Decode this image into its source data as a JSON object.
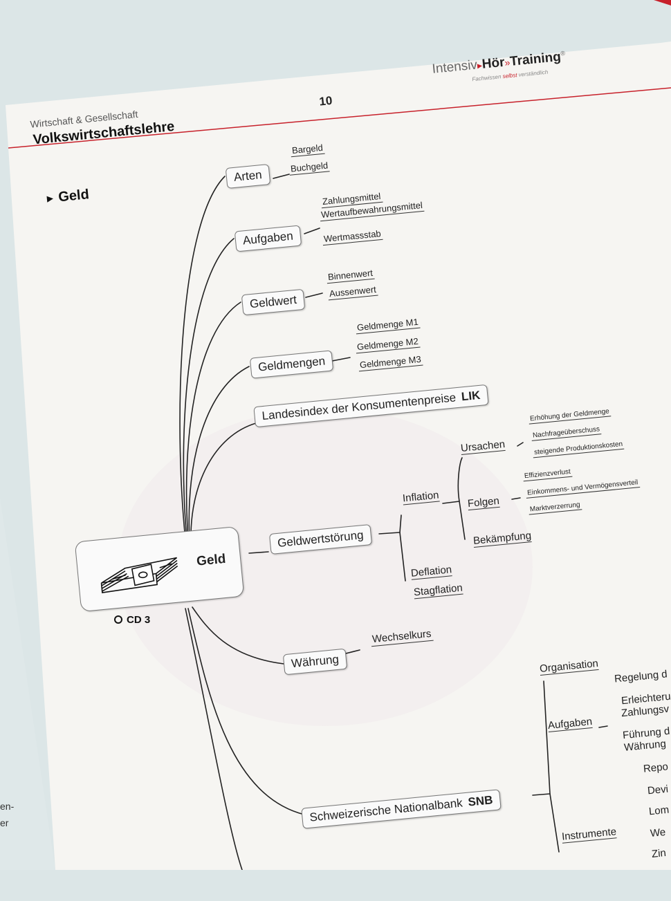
{
  "header": {
    "category": "Wirtschaft & Gesellschaft",
    "subject": "Volkswirtschaftslehre",
    "page_number": "10",
    "brand": {
      "part1": "Intensiv",
      "part2": "Hör",
      "part3": "Training",
      "reg": "®"
    },
    "brand_tagline": {
      "before": "Fachwissen",
      "handwritten": "selbst",
      "after": "verständlich"
    }
  },
  "section_title": "Geld",
  "center": {
    "label": "Geld",
    "cd": "CD 3"
  },
  "branches": {
    "arten": {
      "label": "Arten",
      "items": [
        "Bargeld",
        "Buchgeld"
      ]
    },
    "aufgaben": {
      "label": "Aufgaben",
      "items": [
        "Zahlungsmittel",
        "Wertaufbewahrungsmittel",
        "Wertmassstab"
      ]
    },
    "geldwert": {
      "label": "Geldwert",
      "items": [
        "Binnenwert",
        "Aussenwert"
      ]
    },
    "geldmengen": {
      "label": "Geldmengen",
      "items": [
        "Geldmenge M1",
        "Geldmenge M2",
        "Geldmenge M3"
      ]
    },
    "lik": {
      "label": "Landesindex der Konsumentenpreise",
      "abbr": "LIK"
    },
    "geldwertstoerung": {
      "label": "Geldwertstörung",
      "inflation": "Inflation",
      "ursachen": {
        "label": "Ursachen",
        "items": [
          "Erhöhung der Geldmenge",
          "Nachfrageüberschuss",
          "steigende Produktionskosten"
        ]
      },
      "folgen": {
        "label": "Folgen",
        "items": [
          "Effizienzverlust",
          "Einkommens- und Vermögensverteil",
          "Marktverzerrung"
        ]
      },
      "bekaempfung": "Bekämpfung",
      "deflation": "Deflation",
      "stagflation": "Stagflation"
    },
    "waehrung": {
      "label": "Währung",
      "items": [
        "Wechselkurs"
      ]
    },
    "snb": {
      "label": "Schweizerische Nationalbank",
      "abbr": "SNB",
      "organisation": "Organisation",
      "aufgaben": {
        "label": "Aufgaben",
        "items": [
          "Regelung d",
          "Erleichteru",
          "Zahlungsv",
          "Führung d",
          "Währung"
        ]
      },
      "instrumente": {
        "label": "Instrumente",
        "items": [
          "Repo",
          "Devi",
          "Lom",
          "We",
          "Zin"
        ]
      }
    }
  },
  "side_text": [
    "en-",
    "er"
  ]
}
